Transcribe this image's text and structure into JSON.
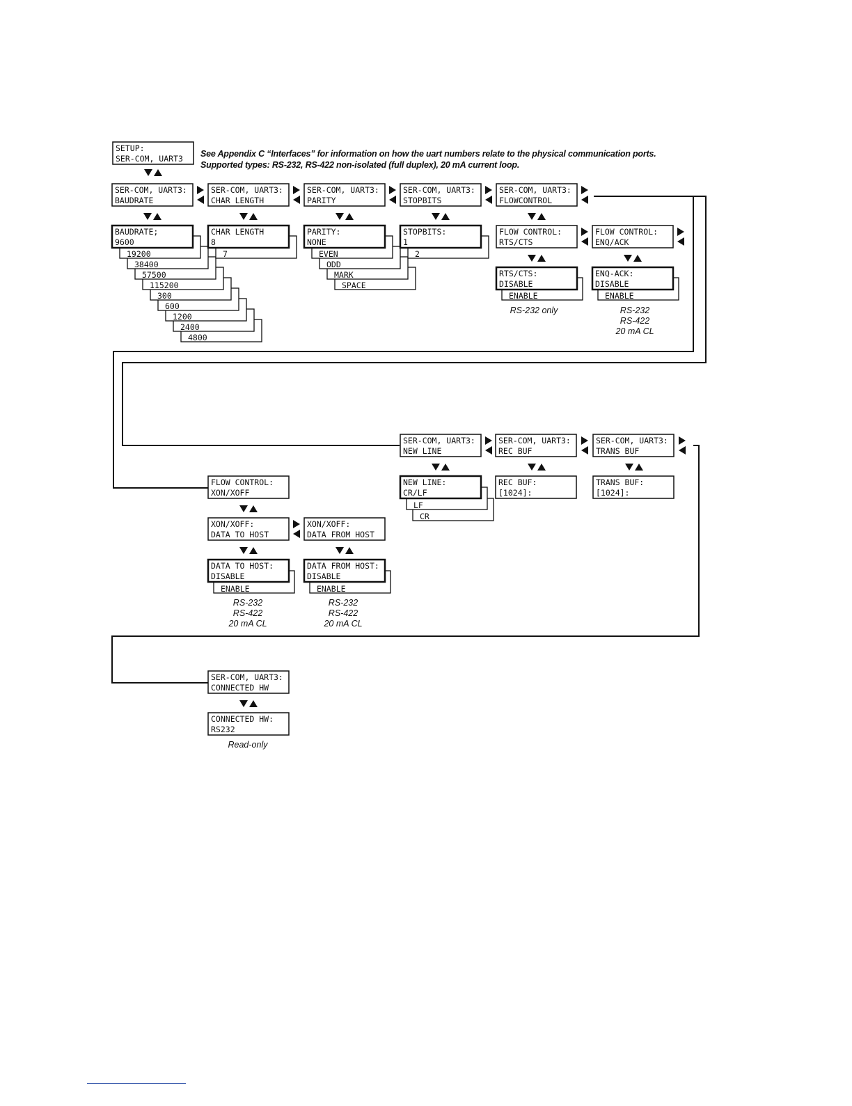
{
  "notes": {
    "line1": "See Appendix C “Interfaces” for information on how the uart numbers relate to the physical communication ports.",
    "line2": "Supported types:  RS-232, RS-422 non-isolated (full duplex), 20 mA current loop."
  },
  "setup": {
    "line1": "SETUP:",
    "line2": "SER-COM, UART3"
  },
  "menus": {
    "baudrate": {
      "line1": "SER-COM, UART3:",
      "line2": "BAUDRATE"
    },
    "charlength": {
      "line1": "SER-COM, UART3:",
      "line2": "CHAR LENGTH"
    },
    "parity": {
      "line1": "SER-COM, UART3:",
      "line2": "PARITY"
    },
    "stopbits": {
      "line1": "SER-COM, UART3:",
      "line2": "STOPBITS"
    },
    "flowcontrol": {
      "line1": "SER-COM, UART3:",
      "line2": "FLOWCONTROL"
    },
    "newline": {
      "line1": "SER-COM, UART3:",
      "line2": "NEW LINE"
    },
    "recbuf": {
      "line1": "SER-COM, UART3:",
      "line2": "REC BUF"
    },
    "transbuf": {
      "line1": "SER-COM, UART3:",
      "line2": "TRANS BUF"
    },
    "connectedhw": {
      "line1": "SER-COM, UART3:",
      "line2": "CONNECTED HW"
    }
  },
  "settings": {
    "baudrate": {
      "line1": "BAUDRATE;",
      "line2": "9600",
      "options": [
        "19200",
        "38400",
        "57500",
        "115200",
        "300",
        "600",
        "1200",
        "2400",
        "4800"
      ]
    },
    "charlength": {
      "line1": "CHAR LENGTH",
      "line2": "8",
      "options": [
        "7"
      ]
    },
    "parity": {
      "line1": "PARITY:",
      "line2": "NONE",
      "options": [
        "EVEN",
        "ODD",
        "MARK",
        "SPACE"
      ]
    },
    "stopbits": {
      "line1": "STOPBITS:",
      "line2": "1",
      "options": [
        "2"
      ]
    },
    "fc_rtscts": {
      "line1": "FLOW CONTROL:",
      "line2": "RTS/CTS"
    },
    "fc_enqack": {
      "line1": "FLOW CONTROL:",
      "line2": "ENQ/ACK"
    },
    "rtscts": {
      "line1": "RTS/CTS:",
      "line2": "DISABLE",
      "options": [
        "ENABLE"
      ]
    },
    "enqack": {
      "line1": "ENQ-ACK:",
      "line2": "DISABLE",
      "options": [
        "ENABLE"
      ]
    },
    "fc_xonxoff": {
      "line1": "FLOW CONTROL:",
      "line2": "XON/XOFF"
    },
    "xon_to": {
      "line1": "XON/XOFF:",
      "line2": "DATA TO HOST"
    },
    "xon_from": {
      "line1": "XON/XOFF:",
      "line2": "DATA FROM HOST"
    },
    "to_host": {
      "line1": "DATA TO HOST:",
      "line2": "DISABLE",
      "options": [
        "ENABLE"
      ]
    },
    "from_host": {
      "line1": "DATA FROM HOST:",
      "line2": "DISABLE",
      "options": [
        "ENABLE"
      ]
    },
    "newline": {
      "line1": "NEW LINE:",
      "line2": "CR/LF",
      "options": [
        "LF",
        "CR"
      ]
    },
    "recbuf": {
      "line1": "REC BUF:",
      "line2": "[1024]:"
    },
    "transbuf": {
      "line1": "TRANS BUF:",
      "line2": "[1024]:"
    },
    "connectedhw": {
      "line1": "CONNECTED HW:",
      "line2": "RS232"
    }
  },
  "captions": {
    "rtscts": "RS-232 only",
    "enqack": "RS-232\nRS-422\n20 mA CL",
    "to_host": "RS-232\nRS-422\n20 mA CL",
    "from_host": "RS-232\nRS-422\n20 mA CL",
    "connectedhw": "Read-only"
  }
}
